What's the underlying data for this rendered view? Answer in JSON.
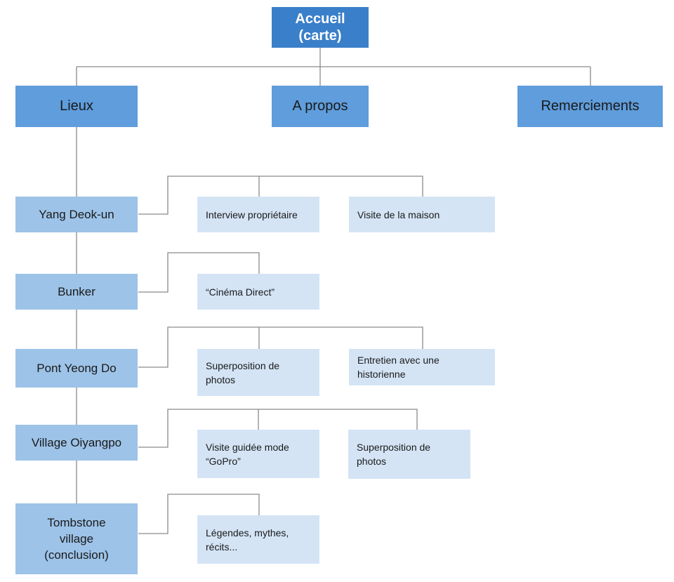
{
  "colors": {
    "root_fill": "#3a7fc9",
    "level1_fill": "#5f9ddc",
    "place_fill": "#9dc3e8",
    "leaf_fill": "#d4e4f5",
    "connector": "#8a8a8a"
  },
  "root": {
    "label": "Accueil\n(carte)"
  },
  "sections": {
    "lieux": "Lieux",
    "a_propos": "A propos",
    "remerciements": "Remerciements"
  },
  "places": [
    {
      "label": "Yang Deok-un",
      "children": [
        "Interview propriétaire",
        "Visite de la maison"
      ]
    },
    {
      "label": "Bunker",
      "children": [
        "“Cinéma Direct”"
      ]
    },
    {
      "label": "Pont Yeong Do",
      "children": [
        "Superposition de\nphotos",
        "Entretien avec une\nhistorienne"
      ]
    },
    {
      "label": "Village Oiyangpo",
      "children": [
        "Visite guidée mode\n“GoPro”",
        "Superposition de\nphotos"
      ]
    },
    {
      "label": "Tombstone\nvillage\n(conclusion)",
      "children": [
        "Légendes, mythes,\nrécits..."
      ]
    }
  ]
}
